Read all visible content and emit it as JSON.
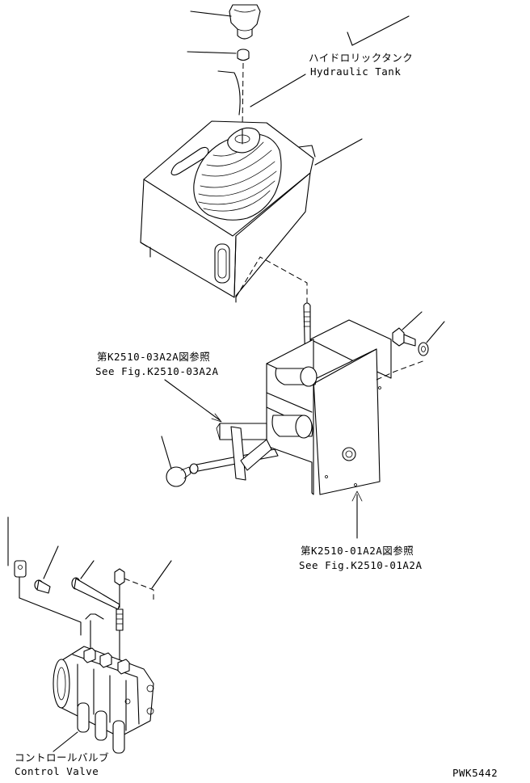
{
  "labels": {
    "hydraulic_tank_jp": "ハイドロリックタンク",
    "hydraulic_tank_en": "Hydraulic Tank",
    "ref_a_jp": "第K2510-03A2A図参照",
    "ref_a_en": "See Fig.K2510-03A2A",
    "ref_b_jp": "第K2510-01A2A図参照",
    "ref_b_en": "See Fig.K2510-01A2A",
    "control_valve_jp": "コントロールバルブ",
    "control_valve_en": "Control Valve",
    "drawing_number": "PWK5442"
  }
}
